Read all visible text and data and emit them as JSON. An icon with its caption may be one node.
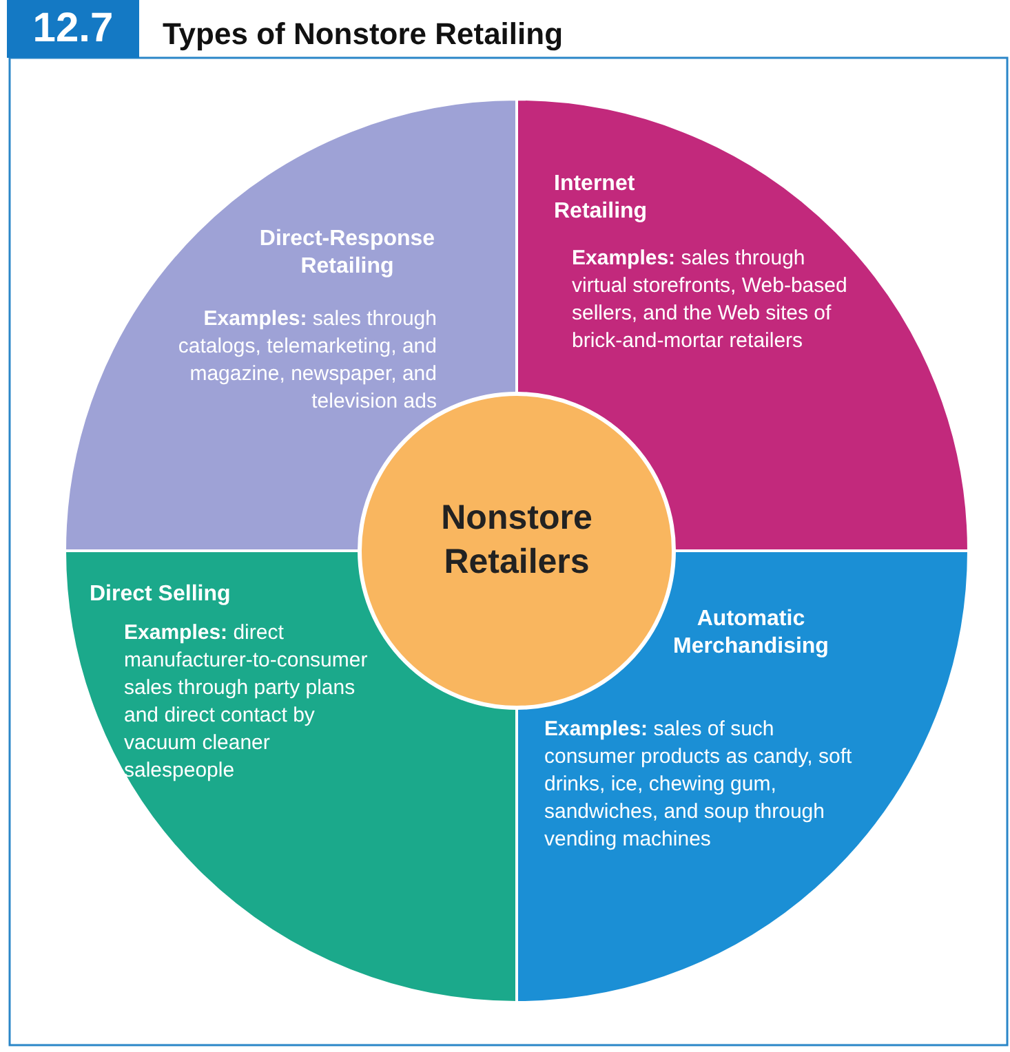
{
  "diagram": {
    "title": "Types of Nonstore Retailing",
    "nodes": [
      {
        "text": [
          "Direct-Response Retailing",
          "**Examples:** sales through catalogs, telemarketing, and magazine, newspaper, and television ads"
        ]
      },
      {
        "text": [
          "Internet Retailing",
          "**Examples:** sales through virtual storefronts, Web-based sellers, and the Web sites of brick-and-mortar retailers"
        ]
      },
      {
        "text": [
          "Nonstore Retailers"
        ]
      },
      {
        "text": [
          "Direct Selling",
          "**Examples:** direct manufacturer-to-consumer sales through party plans and direct contact by vacuum cleaner salespeople"
        ]
      },
      {
        "text": [
          "Automatic Merchandising",
          "**Examples:** sales of such consumer products as candy, soft drinks, ice, chewing gum, sandwiches, and soup through vending machines"
        ]
      }
    ],
    "labels": [
      "12.7"
    ]
  }
}
